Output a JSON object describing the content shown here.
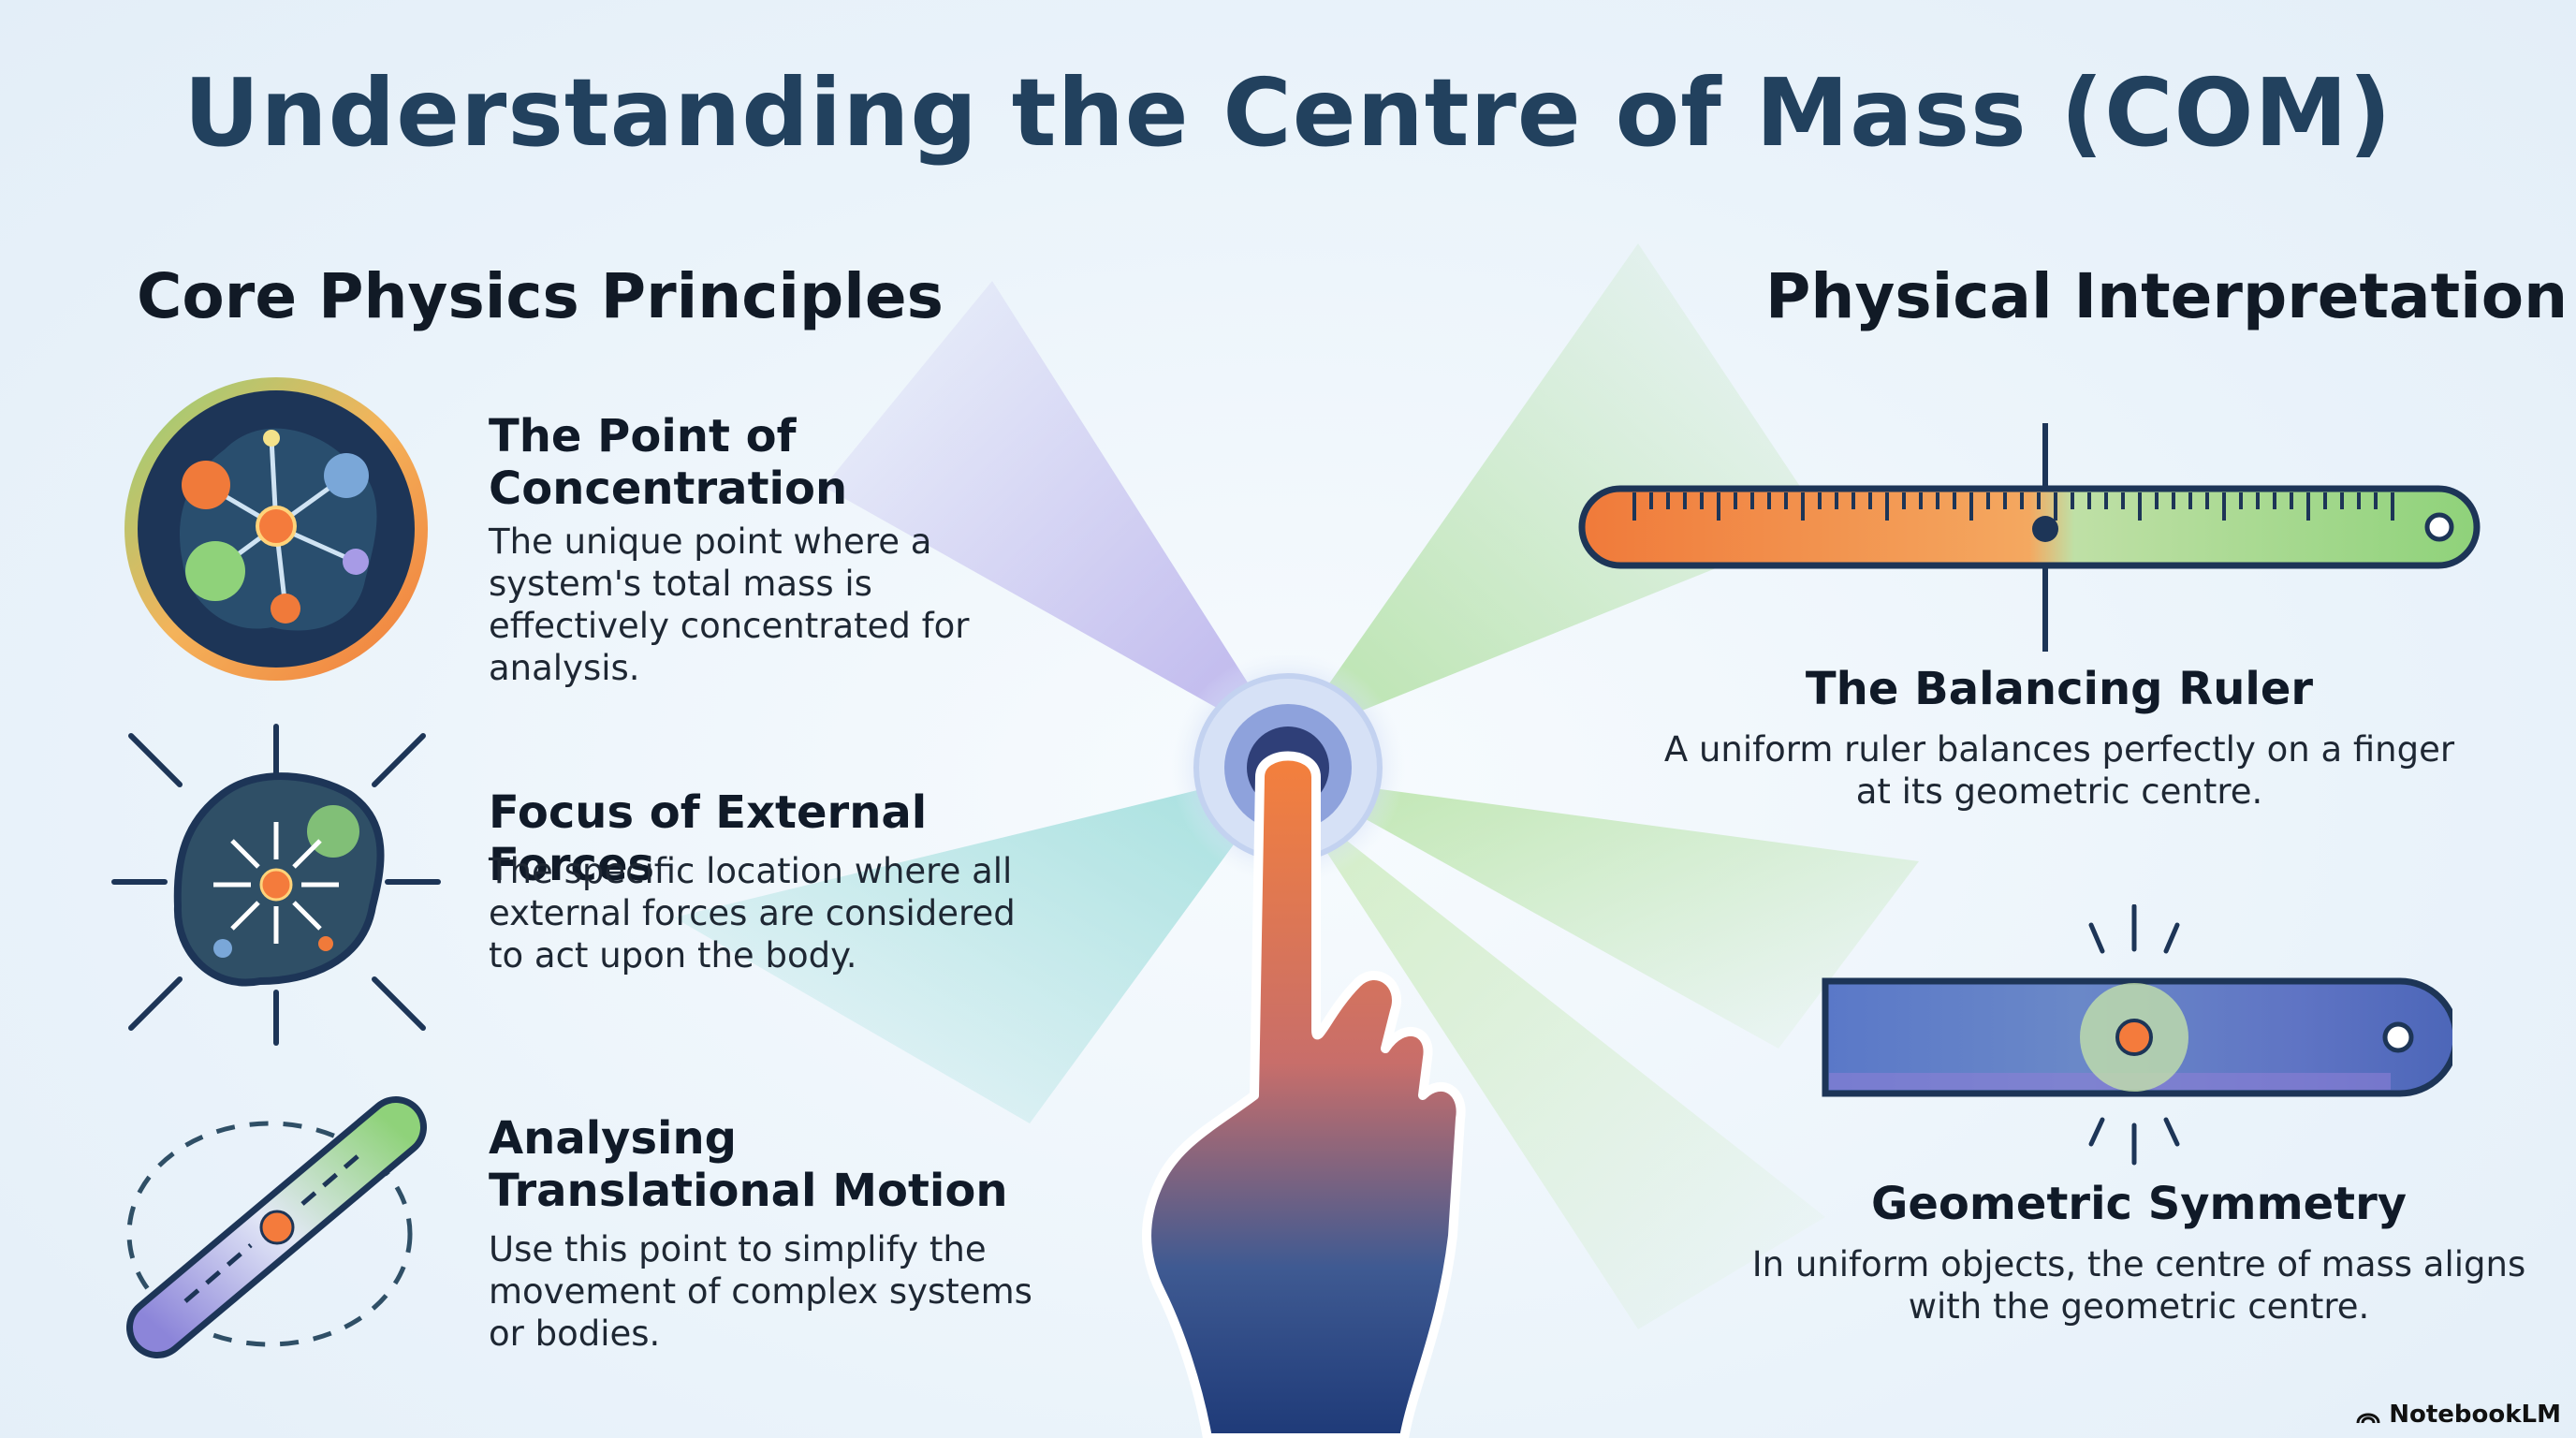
{
  "title": "Understanding the Centre of Mass (COM)",
  "left": {
    "heading": "Core Physics Principles",
    "items": [
      {
        "title": "The Point of Concentration",
        "text": "The unique point where a system's total mass is effectively concentrated for analysis.",
        "icon": "mass-network-icon"
      },
      {
        "title": "Focus of External Forces",
        "text": "The specific location where all external forces are considered to act upon the body.",
        "icon": "force-convergence-icon"
      },
      {
        "title": "Analysing Translational Motion",
        "text": "Use this point to simplify the movement of complex systems or bodies.",
        "icon": "rod-motion-icon"
      }
    ]
  },
  "right": {
    "heading": "Physical Interpretation",
    "items": [
      {
        "title": "The Balancing Ruler",
        "text": "A uniform ruler balances perfectly on a finger at its geometric centre.",
        "icon": "balancing-ruler-icon"
      },
      {
        "title": "Geometric Symmetry",
        "text": "In uniform objects, the centre of mass aligns with the geometric centre.",
        "icon": "symmetric-bar-icon"
      }
    ]
  },
  "center_icon": "pointing-finger-icon",
  "brand": "NotebookLM",
  "colors": {
    "title": "#22415e",
    "accent_orange": "#f07a3a",
    "accent_green": "#8fd27a",
    "accent_purple": "#a79be6",
    "accent_teal": "#7fd3cf",
    "navy": "#1d3557"
  }
}
